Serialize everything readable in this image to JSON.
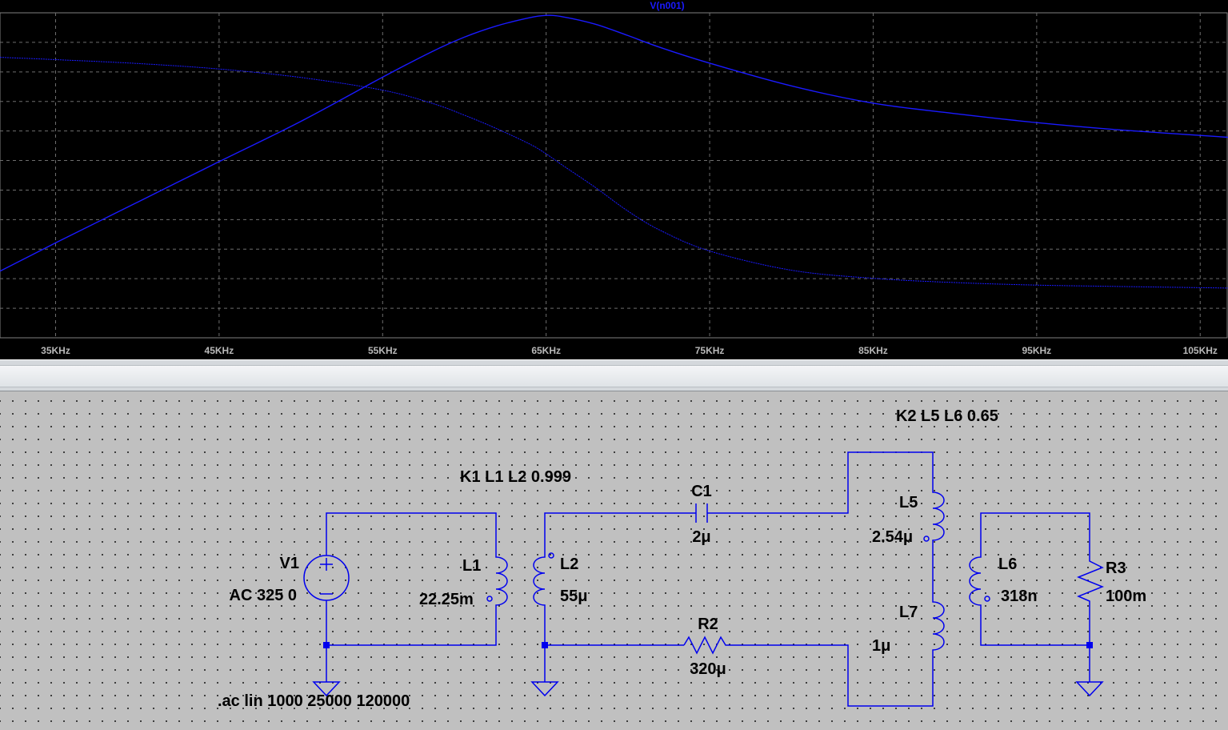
{
  "plot": {
    "trace_label": "V(n001)",
    "trace_color": "#1a1aff",
    "background": "#000000",
    "grid": true
  },
  "chart_data": {
    "type": "line",
    "title": "V(n001)",
    "xlabel": "",
    "ylabel": "",
    "x_ticks": [
      "35KHz",
      "45KHz",
      "55KHz",
      "65KHz",
      "75KHz",
      "85KHz",
      "95KHz",
      "105KHz"
    ],
    "xlim_khz": [
      31.6,
      106.7
    ],
    "series": [
      {
        "name": "V(n001)",
        "role": "magnitude",
        "x_khz": [
          31.6,
          35,
          40,
          45,
          50,
          55,
          58,
          60,
          62,
          64,
          65,
          66,
          68,
          70,
          72,
          75,
          80,
          85,
          90,
          95,
          100,
          106.7
        ],
        "y_rel": [
          0.205,
          0.292,
          0.417,
          0.542,
          0.666,
          0.802,
          0.88,
          0.925,
          0.96,
          0.985,
          0.992,
          0.988,
          0.965,
          0.93,
          0.893,
          0.845,
          0.775,
          0.722,
          0.69,
          0.662,
          0.64,
          0.617
        ]
      },
      {
        "name": "V(n001)",
        "role": "phase",
        "x_khz": [
          31.6,
          35,
          40,
          45,
          50,
          55,
          58,
          60,
          62,
          64,
          65,
          66,
          68,
          70,
          72,
          75,
          80,
          85,
          90,
          95,
          100,
          106.7
        ],
        "y_rel": [
          0.863,
          0.856,
          0.844,
          0.827,
          0.801,
          0.762,
          0.722,
          0.685,
          0.643,
          0.596,
          0.566,
          0.531,
          0.463,
          0.39,
          0.33,
          0.267,
          0.208,
          0.183,
          0.17,
          0.162,
          0.158,
          0.153
        ]
      }
    ]
  },
  "schematic": {
    "components": {
      "V1": {
        "name": "V1",
        "value": "AC 325 0"
      },
      "L1": {
        "name": "L1",
        "value": "22.25m"
      },
      "L2": {
        "name": "L2",
        "value": "55μ"
      },
      "C1": {
        "name": "C1",
        "value": "2μ"
      },
      "R2": {
        "name": "R2",
        "value": "320μ"
      },
      "L5": {
        "name": "L5",
        "value": "2.54μ"
      },
      "L7": {
        "name": "L7",
        "value": "1μ"
      },
      "L6": {
        "name": "L6",
        "value": "318n"
      },
      "R3": {
        "name": "R3",
        "value": "100m"
      }
    },
    "directives": {
      "k1": "K1 L1 L2 0.999",
      "k2": "K2 L5 L6 0.65",
      "ac": ".ac lin 1000 25000 120000"
    },
    "wire_color": "#0000ee"
  }
}
